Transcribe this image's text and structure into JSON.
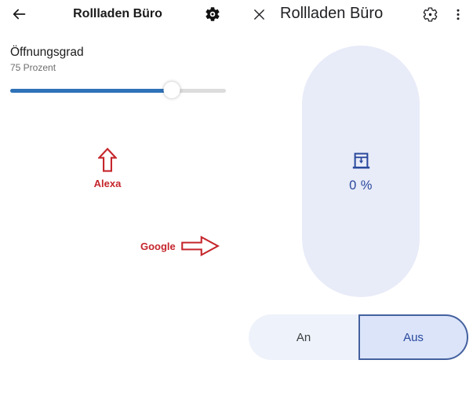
{
  "theme": {
    "slider_blue": "#2e72b8",
    "slider_track_gray": "#dcdcdc",
    "annotation_red": "#c5262c",
    "pill_bg": "#e8ebf8",
    "accent_blue": "#2a499d",
    "segment_on_bg": "#eef2fa",
    "segment_off_bg": "#dbe4f9",
    "segment_border": "#44619f",
    "left_text": "#1b1b1b",
    "right_text": "#202124",
    "subtext_gray": "#6d6d6d",
    "an_text": "#3c4043"
  },
  "alexa_app": {
    "header": {
      "title": "Rollladen Büro",
      "icons": [
        "back-arrow-icon",
        "settings-gear-icon"
      ]
    },
    "control": {
      "label": "Öffnungsgrad",
      "value_text": "75 Prozent",
      "slider_percent": 75
    }
  },
  "google_app": {
    "header": {
      "title": "Rollladen Büro",
      "icons": [
        "close-x-icon",
        "settings-gear-icon",
        "kebab-menu-icon"
      ]
    },
    "status": {
      "icon": "roller-shade-icon",
      "percent_text": "0 %"
    },
    "toggle": {
      "on_label": "An",
      "off_label": "Aus",
      "selected": "Aus"
    }
  },
  "annotations": {
    "alexa_label": "Alexa",
    "google_label": "Google"
  }
}
